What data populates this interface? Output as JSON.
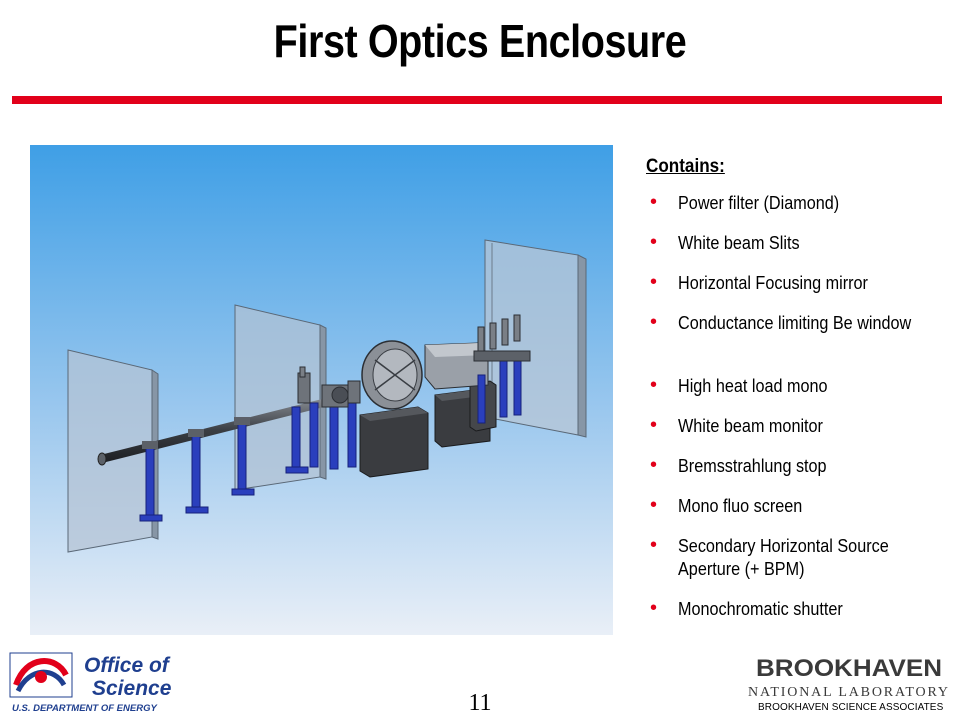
{
  "slide": {
    "title": "First Optics Enclosure",
    "page_number": "11"
  },
  "contents": {
    "heading": "Contains:",
    "items": [
      "Power filter (Diamond)",
      "White beam Slits",
      "Horizontal Focusing mirror",
      "Conductance limiting Be window",
      "High heat load mono",
      "White beam monitor",
      "Bremsstrahlung stop",
      "Mono fluo screen",
      "Secondary Horizontal Source Aperture (+ BPM)",
      "Monochromatic shutter"
    ]
  },
  "footer": {
    "office_logo_line1": "Office of",
    "office_logo_line2": "Science",
    "office_logo_sub": "U.S. DEPARTMENT OF ENERGY",
    "bnl_logo_line1": "BROOKHAVEN",
    "bnl_logo_line2": "NATIONAL LABORATORY",
    "bnl_associates": "BROOKHAVEN SCIENCE ASSOCIATES"
  },
  "colors": {
    "accent_red": "#e2001a",
    "doe_blue": "#1f3f8f",
    "figure_sky_top": "#3f9fe6",
    "figure_sky_bottom": "#e8eef6"
  }
}
